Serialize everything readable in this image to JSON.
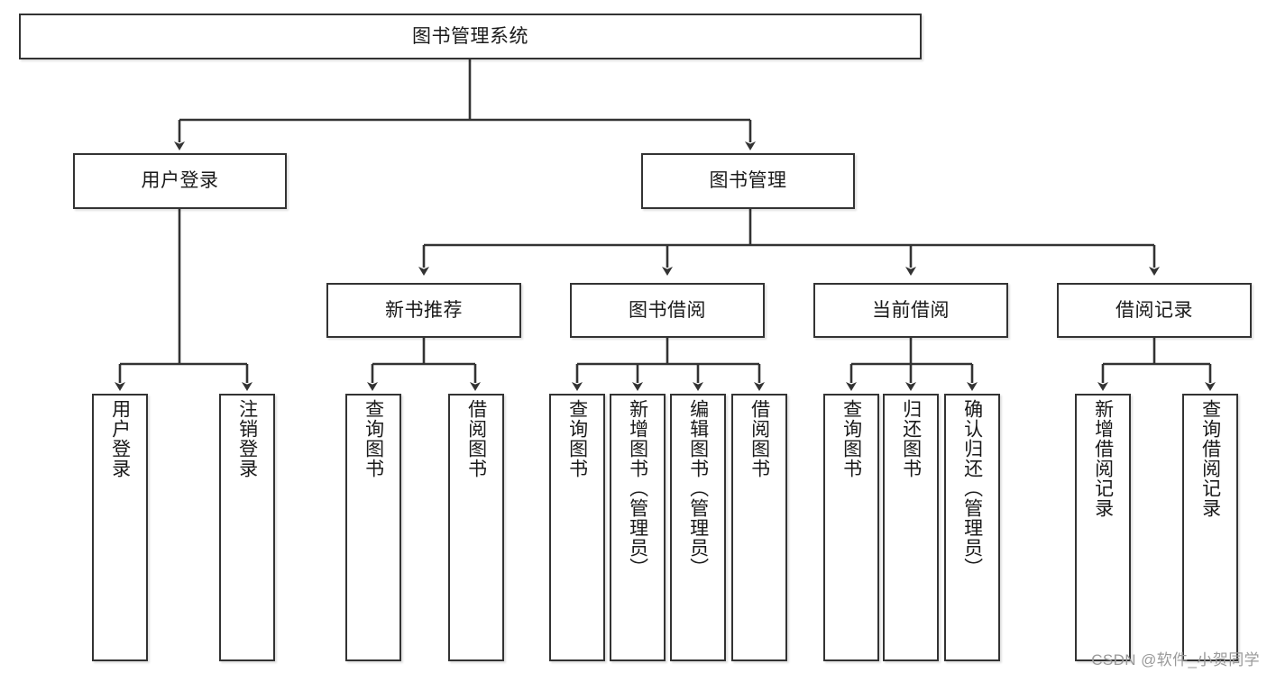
{
  "diagram": {
    "title": "图书管理系统",
    "watermark": "CSDN @软件_小贺同学",
    "colors": {
      "stroke": "#333333",
      "fill": "#ffffff",
      "text": "#1a1a1a",
      "watermark": "#9a9a9a"
    },
    "nodes": {
      "root": "图书管理系统",
      "level2": {
        "user_login": "用户登录",
        "book_manage": "图书管理"
      },
      "level3": {
        "new_book_rec": "新书推荐",
        "book_borrow": "图书借阅",
        "current_borrow": "当前借阅",
        "borrow_record": "借阅记录"
      },
      "leaves": {
        "user_login_1": "用户登录",
        "user_login_2": "注销登录",
        "new_book_1": "查询图书",
        "new_book_2": "借阅图书",
        "borrow_1": "查询图书",
        "borrow_2": "新增图书（管理员）",
        "borrow_3": "编辑图书（管理员）",
        "borrow_4": "借阅图书",
        "current_1": "查询图书",
        "current_2": "归还图书",
        "current_3": "确认归还（管理员）",
        "record_1": "新增借阅记录",
        "record_2": "查询借阅记录"
      }
    }
  }
}
